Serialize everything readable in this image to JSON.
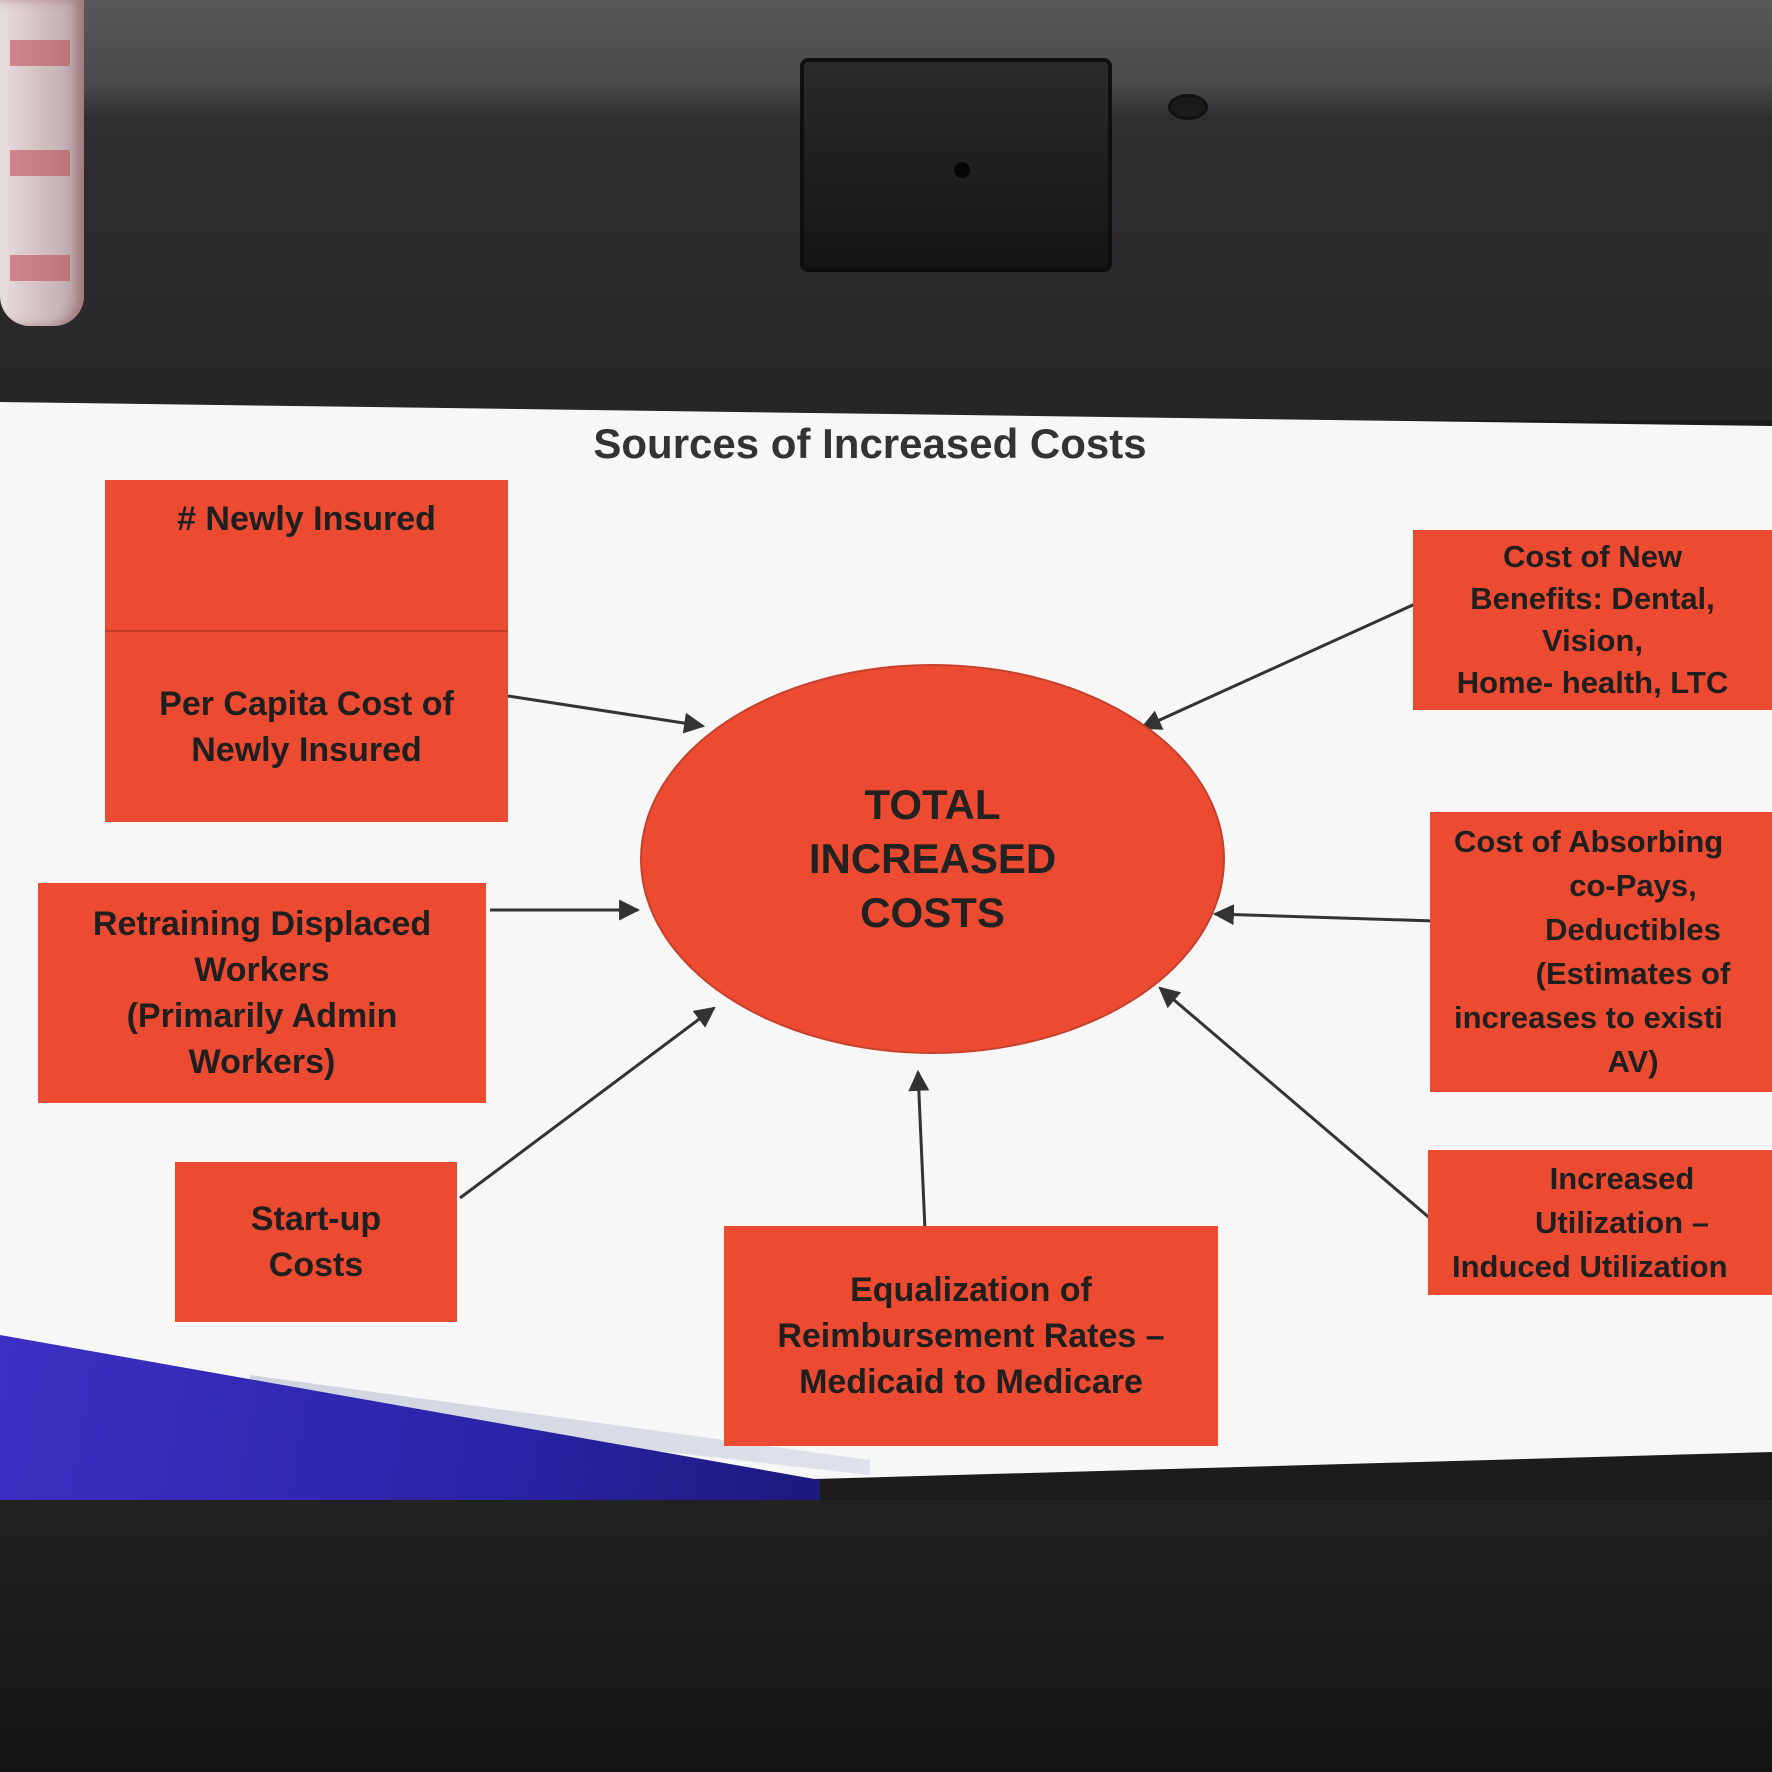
{
  "slide": {
    "title": "Sources of Increased Costs",
    "center": {
      "lines": [
        "TOTAL",
        "INCREASED",
        "COSTS"
      ]
    },
    "boxes": {
      "newly_insured": {
        "top_label": "# Newly Insured",
        "bottom_lines": [
          "Per Capita Cost of",
          "Newly Insured"
        ]
      },
      "new_benefits": {
        "lines": [
          "Cost of New",
          "Benefits: Dental,",
          "Vision,",
          "Home- health, LTC"
        ]
      },
      "retraining": {
        "lines": [
          "Retraining Displaced",
          "Workers",
          "(Primarily Admin",
          "Workers)"
        ]
      },
      "absorbing": {
        "lines": [
          "Cost of Absorbing",
          "co-Pays,",
          "Deductibles",
          "(Estimates of",
          "increases to existi",
          "AV)"
        ]
      },
      "startup": {
        "lines": [
          "Start-up",
          "Costs"
        ]
      },
      "equalization": {
        "lines": [
          "Equalization of",
          "Reimbursement Rates –",
          "Medicaid to Medicare"
        ]
      },
      "utilization": {
        "lines": [
          "Increased",
          "Utilization –",
          "Induced Utilization"
        ]
      }
    },
    "colors": {
      "box_fill": "#ec4b32",
      "slide_background": "#f7f7f7",
      "accent_blue": "#3d2fc4"
    }
  }
}
